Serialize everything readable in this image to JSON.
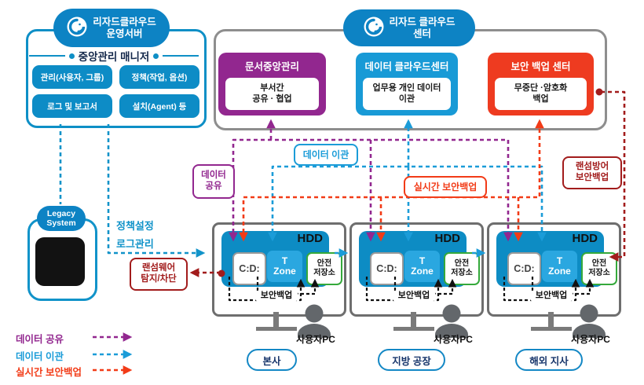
{
  "ops_server": {
    "title": "리자드클라우드\n운영서버",
    "manager_title": "중앙관리 매니저",
    "buttons": [
      "관리(사용자, 그룹)",
      "정책(작업, 옵션)",
      "로그 및 보고서",
      "설치(Agent) 등"
    ]
  },
  "cloud_center": {
    "title": "리자드 클라우드\n센터",
    "services": [
      {
        "name": "문서중앙관리",
        "detail": "부서간\n공유 · 협업",
        "color": "#92278f"
      },
      {
        "name": "데이터 클라우드센터",
        "detail": "업무용 개인 데이터\n이관",
        "color": "#189ad6"
      },
      {
        "name": "보안 백업 센터",
        "detail": "무중단 ·암호화\n백업",
        "color": "#ee3b20"
      }
    ]
  },
  "legacy_system": {
    "label": "Legacy\nSystem"
  },
  "flow_labels": {
    "policy": "정책설정\n로그관리",
    "data_share": "데이터\n공유",
    "data_migration": "데이터 이관",
    "realtime_backup": "실시간 보안백업",
    "ransom_defense": "랜섬방어\n보안백업",
    "ransom_detect": "랜섬웨어\n탐지/차단"
  },
  "pcs": [
    {
      "hdd": "HDD",
      "drive": "C:D:",
      "tzone": "T\nZone",
      "safe": "안전\n저장소",
      "backup": "보안백업",
      "user": "사용자PC",
      "site": "본사"
    },
    {
      "hdd": "HDD",
      "drive": "C:D:",
      "tzone": "T\nZone",
      "safe": "안전\n저장소",
      "backup": "보안백업",
      "user": "사용자PC",
      "site": "지방 공장"
    },
    {
      "hdd": "HDD",
      "drive": "C:D:",
      "tzone": "T\nZone",
      "safe": "안전\n저장소",
      "backup": "보안백업",
      "user": "사용자PC",
      "site": "해외 지사"
    }
  ],
  "legend": [
    {
      "label": "데이터 공유",
      "color": "#92278f"
    },
    {
      "label": "데이터 이관",
      "color": "#1b9cd8"
    },
    {
      "label": "실시간 보안백업",
      "color": "#f23b17"
    }
  ],
  "colors": {
    "teal": "#1193c9",
    "pill_blue": "#0d83c4",
    "blue": "#1b9cd8",
    "tzone_blue": "#2aa7e0",
    "purple": "#92278f",
    "red": "#ee3b20",
    "orange_red": "#f23b17",
    "dark_red": "#a21c1c",
    "green": "#35a93b",
    "gray_border": "#8e8e8e",
    "monitor_gray": "#6e6e6e",
    "person_gray": "#63676b"
  }
}
